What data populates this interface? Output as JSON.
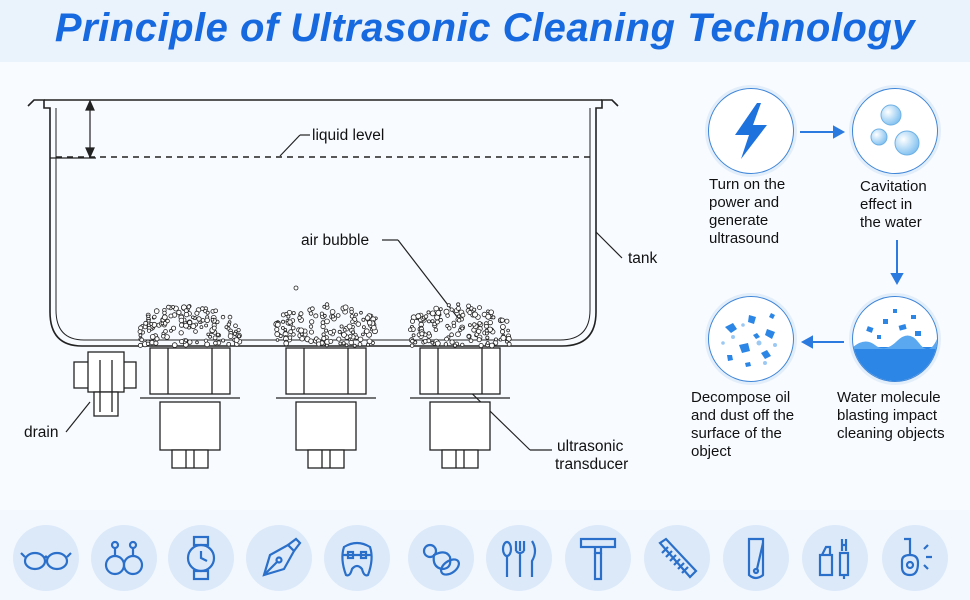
{
  "title": "Principle of Ultrasonic Cleaning Technology",
  "diagram_labels": {
    "liquid_level": "liquid level",
    "air_bubble": "air bubble",
    "tank": "tank",
    "drain": "drain",
    "transducer_line1": "ultrasonic",
    "transducer_line2": "transducer"
  },
  "steps": [
    {
      "lines": [
        "Turn on the",
        "power and",
        "generate",
        "ultrasound"
      ],
      "icon": "lightning-icon"
    },
    {
      "lines": [
        "Cavitation",
        "effect in",
        "the water"
      ],
      "icon": "bubbles-icon"
    },
    {
      "lines": [
        "Water molecule",
        "blasting impact",
        "cleaning objects"
      ],
      "icon": "water-splash-icon"
    },
    {
      "lines": [
        "Decompose oil",
        "and dust off the",
        "surface of the",
        "object"
      ],
      "icon": "dirt-particles-icon"
    }
  ],
  "object_icons": [
    "glasses-icon",
    "earrings-icon",
    "watch-icon",
    "pen-nib-icon",
    "dental-braces-icon",
    "pacifier-icon",
    "cutlery-icon",
    "razor-icon",
    "comb-icon",
    "nail-clipper-icon",
    "makeup-icon",
    "electric-toothbrush-icon"
  ],
  "colors": {
    "accent": "#1769e0",
    "circle_border": "#3f86d8",
    "icon_bg": "#dce9f9",
    "icon_line": "#2a6fc9"
  }
}
